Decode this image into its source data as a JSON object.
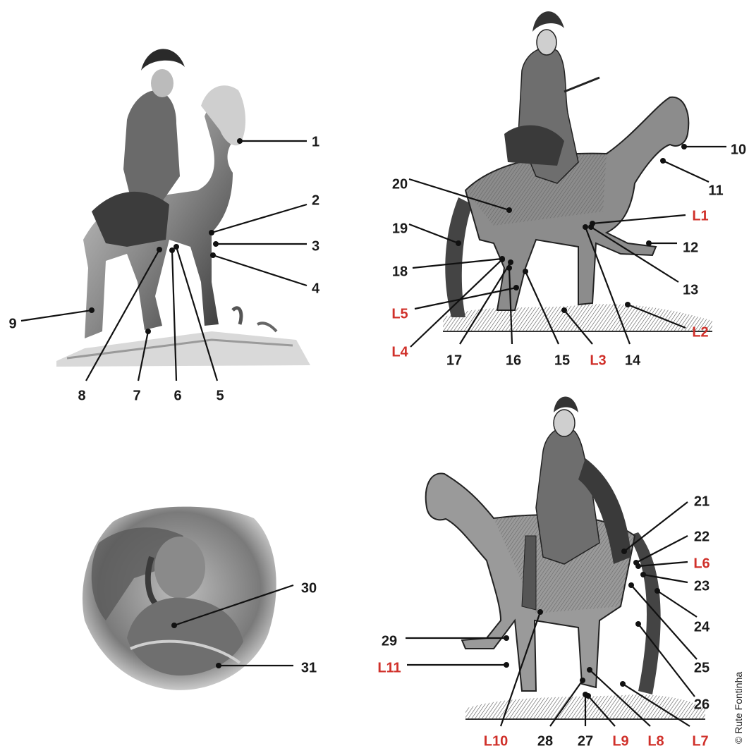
{
  "credit": "© Rute Fontinha",
  "colors": {
    "number_label": "#1a1a1a",
    "letter_label": "#d0302a",
    "leader": "#111111"
  },
  "panels": [
    {
      "id": "statue-photo",
      "depicts": "equestrian-statue-photo"
    },
    {
      "id": "engraving-right-profile",
      "depicts": "equestrian-engraving"
    },
    {
      "id": "medallion-relief",
      "depicts": "portrait-medallion"
    },
    {
      "id": "engraving-left-profile",
      "depicts": "equestrian-engraving"
    }
  ],
  "labels": [
    {
      "text": "1",
      "kind": "number"
    },
    {
      "text": "2",
      "kind": "number"
    },
    {
      "text": "3",
      "kind": "number"
    },
    {
      "text": "4",
      "kind": "number"
    },
    {
      "text": "5",
      "kind": "number"
    },
    {
      "text": "6",
      "kind": "number"
    },
    {
      "text": "7",
      "kind": "number"
    },
    {
      "text": "8",
      "kind": "number"
    },
    {
      "text": "9",
      "kind": "number"
    },
    {
      "text": "10",
      "kind": "number"
    },
    {
      "text": "11",
      "kind": "number"
    },
    {
      "text": "L1",
      "kind": "letter"
    },
    {
      "text": "12",
      "kind": "number"
    },
    {
      "text": "13",
      "kind": "number"
    },
    {
      "text": "14",
      "kind": "number"
    },
    {
      "text": "L2",
      "kind": "letter"
    },
    {
      "text": "L3",
      "kind": "letter"
    },
    {
      "text": "15",
      "kind": "number"
    },
    {
      "text": "16",
      "kind": "number"
    },
    {
      "text": "17",
      "kind": "number"
    },
    {
      "text": "L4",
      "kind": "letter"
    },
    {
      "text": "L5",
      "kind": "letter"
    },
    {
      "text": "18",
      "kind": "number"
    },
    {
      "text": "19",
      "kind": "number"
    },
    {
      "text": "20",
      "kind": "number"
    },
    {
      "text": "21",
      "kind": "number"
    },
    {
      "text": "22",
      "kind": "number"
    },
    {
      "text": "L6",
      "kind": "letter"
    },
    {
      "text": "23",
      "kind": "number"
    },
    {
      "text": "24",
      "kind": "number"
    },
    {
      "text": "25",
      "kind": "number"
    },
    {
      "text": "26",
      "kind": "number"
    },
    {
      "text": "L7",
      "kind": "letter"
    },
    {
      "text": "L8",
      "kind": "letter"
    },
    {
      "text": "L9",
      "kind": "letter"
    },
    {
      "text": "27",
      "kind": "number"
    },
    {
      "text": "28",
      "kind": "number"
    },
    {
      "text": "L10",
      "kind": "letter"
    },
    {
      "text": "29",
      "kind": "number"
    },
    {
      "text": "L11",
      "kind": "letter"
    },
    {
      "text": "30",
      "kind": "number"
    },
    {
      "text": "31",
      "kind": "number"
    }
  ]
}
